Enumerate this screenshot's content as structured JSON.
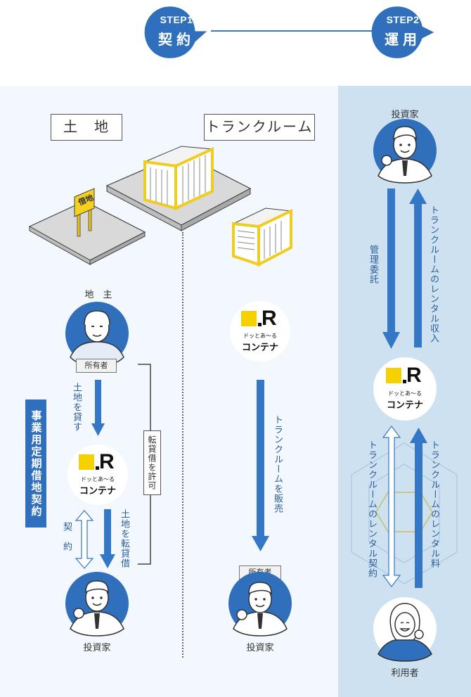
{
  "steps": [
    {
      "small": "STEP1",
      "big": "契約"
    },
    {
      "small": "STEP2",
      "big": "運用"
    }
  ],
  "labels": {
    "land": "土　地",
    "trunk_room": "トランクルーム",
    "lease_sign": "借地",
    "landowner": "地　主",
    "owner_tag": "所有者",
    "lend_land": "土地を貸す",
    "sublease_permit": "転貸借を許可",
    "contract": "契　約",
    "sublease": "土地を転貸借",
    "investor": "投資家",
    "business_lease": "事業用定期借地契約",
    "sell_trunk_room": "トランクルームを販売",
    "owner_tag2": "所有者",
    "investor2": "投資家",
    "investor3": "投資家",
    "management": "管理委託",
    "rental_income": "トランクルームのレンタル収入",
    "rental_contract": "トランクルームのレンタル契約",
    "rental_fee": "トランクルームのレンタル料",
    "user": "利用者"
  },
  "logo": {
    "mark": "R",
    "sub": "ドッとあ～る",
    "main": "コンテナ"
  },
  "colors": {
    "primary_blue": "#2f6fbb",
    "arrow_blue": "#3477c6",
    "light_panel": "#f2f8fd",
    "right_panel": "#cde1f1",
    "container_yellow": "#f0cc1e",
    "logo_yellow": "#f7d000"
  }
}
